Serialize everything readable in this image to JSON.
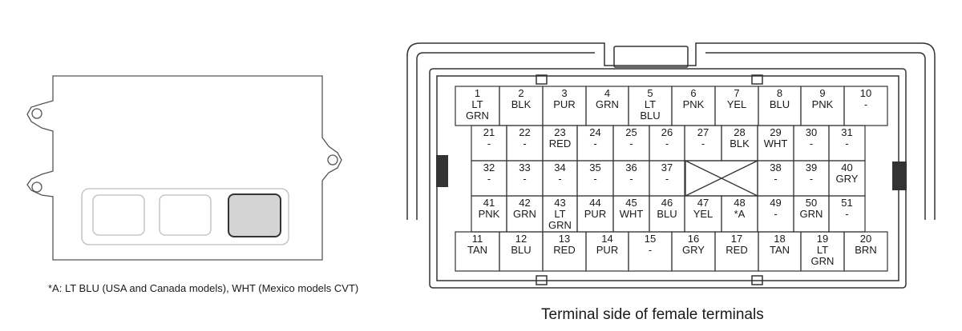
{
  "footnote": "*A: LT BLU (USA and Canada models), WHT (Mexico models CVT)",
  "caption": "Terminal side of female terminals",
  "colors": {
    "line": "#333333",
    "highlight": "#d4d4d4",
    "faint": "#bdbdbd"
  },
  "rows": [
    [
      {
        "num": "1",
        "col": [
          "LT",
          "GRN"
        ]
      },
      {
        "num": "2",
        "col": [
          "BLK"
        ]
      },
      {
        "num": "3",
        "col": [
          "PUR"
        ]
      },
      {
        "num": "4",
        "col": [
          "GRN"
        ]
      },
      {
        "num": "5",
        "col": [
          "LT",
          "BLU"
        ]
      },
      {
        "num": "6",
        "col": [
          "PNK"
        ]
      },
      {
        "num": "7",
        "col": [
          "YEL"
        ]
      },
      {
        "num": "8",
        "col": [
          "BLU"
        ]
      },
      {
        "num": "9",
        "col": [
          "PNK"
        ]
      },
      {
        "num": "10",
        "col": [
          "-"
        ]
      }
    ],
    [
      {
        "num": "21",
        "col": [
          "-"
        ]
      },
      {
        "num": "22",
        "col": [
          "-"
        ]
      },
      {
        "num": "23",
        "col": [
          "RED"
        ]
      },
      {
        "num": "24",
        "col": [
          "-"
        ]
      },
      {
        "num": "25",
        "col": [
          "-"
        ]
      },
      {
        "num": "26",
        "col": [
          "-"
        ]
      },
      {
        "num": "27",
        "col": [
          "-"
        ]
      },
      {
        "num": "28",
        "col": [
          "BLK"
        ]
      },
      {
        "num": "29",
        "col": [
          "WHT"
        ]
      },
      {
        "num": "30",
        "col": [
          "-"
        ]
      },
      {
        "num": "31",
        "col": [
          "-"
        ]
      }
    ],
    [
      {
        "num": "32",
        "col": [
          "-"
        ]
      },
      {
        "num": "33",
        "col": [
          "-"
        ]
      },
      {
        "num": "34",
        "col": [
          "-"
        ]
      },
      {
        "num": "35",
        "col": [
          "-"
        ]
      },
      {
        "num": "36",
        "col": [
          "-"
        ]
      },
      {
        "num": "37",
        "col": [
          "-"
        ]
      },
      {
        "num": "38",
        "col": [
          "-"
        ]
      },
      {
        "num": "39",
        "col": [
          "-"
        ]
      },
      {
        "num": "40",
        "col": [
          "GRY"
        ]
      }
    ],
    [
      {
        "num": "41",
        "col": [
          "PNK"
        ]
      },
      {
        "num": "42",
        "col": [
          "GRN"
        ]
      },
      {
        "num": "43",
        "col": [
          "LT",
          "GRN"
        ]
      },
      {
        "num": "44",
        "col": [
          "PUR"
        ]
      },
      {
        "num": "45",
        "col": [
          "WHT"
        ]
      },
      {
        "num": "46",
        "col": [
          "BLU"
        ]
      },
      {
        "num": "47",
        "col": [
          "YEL"
        ]
      },
      {
        "num": "48",
        "col": [
          "*A"
        ]
      },
      {
        "num": "49",
        "col": [
          "-"
        ]
      },
      {
        "num": "50",
        "col": [
          "GRN"
        ]
      },
      {
        "num": "51",
        "col": [
          "-"
        ]
      }
    ],
    [
      {
        "num": "11",
        "col": [
          "TAN"
        ]
      },
      {
        "num": "12",
        "col": [
          "BLU"
        ]
      },
      {
        "num": "13",
        "col": [
          "RED"
        ]
      },
      {
        "num": "14",
        "col": [
          "PUR"
        ]
      },
      {
        "num": "15",
        "col": [
          "-"
        ]
      },
      {
        "num": "16",
        "col": [
          "GRY"
        ]
      },
      {
        "num": "17",
        "col": [
          "RED"
        ]
      },
      {
        "num": "18",
        "col": [
          "TAN"
        ]
      },
      {
        "num": "19",
        "col": [
          "LT",
          "GRN"
        ]
      },
      {
        "num": "20",
        "col": [
          "BRN"
        ]
      }
    ]
  ]
}
